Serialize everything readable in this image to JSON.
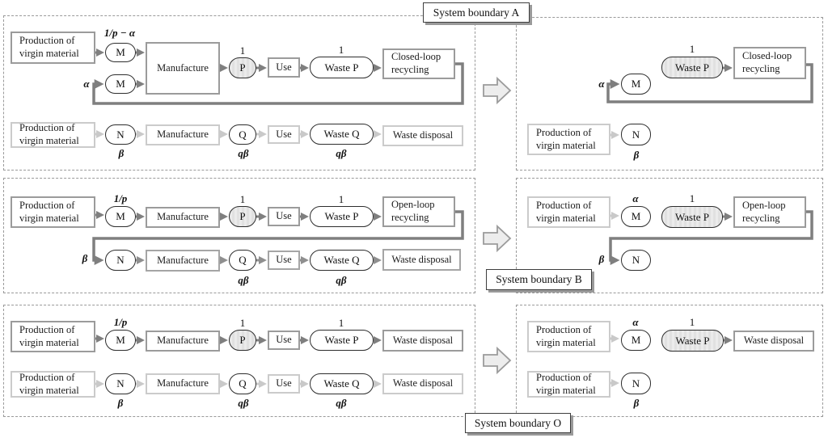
{
  "boundaries": {
    "a": "System boundary A",
    "b": "System boundary B",
    "o": "System boundary O"
  },
  "terms": {
    "production_of": "Production of",
    "virgin_material": "virgin material",
    "manufacture": "Manufacture",
    "use": "Use",
    "m": "M",
    "n": "N",
    "p": "P",
    "q": "Q",
    "waste_p": "Waste P",
    "waste_q": "Waste Q",
    "closed_loop": "Closed-loop",
    "open_loop": "Open-loop",
    "recycling": "recycling",
    "waste_disposal": "Waste disposal",
    "one": "1",
    "inv_p": "1/p",
    "inv_p_minus_alpha": "1/p − α",
    "alpha": "α",
    "beta": "β",
    "q_beta": "qβ"
  },
  "colors": {
    "primary_flow": "#7f7f7f",
    "included_flow": "#8f8f8f",
    "secondary_flow": "#c9c9c9",
    "node_border": "#2d2d2d",
    "shaded_node_fill": "#e6e6e6",
    "box_border_medium": "#9b9b9b",
    "box_border_light": "#cbcbcb",
    "dashed_boundary": "#9a9a9a",
    "block_arrow_fill": "#ededed"
  }
}
